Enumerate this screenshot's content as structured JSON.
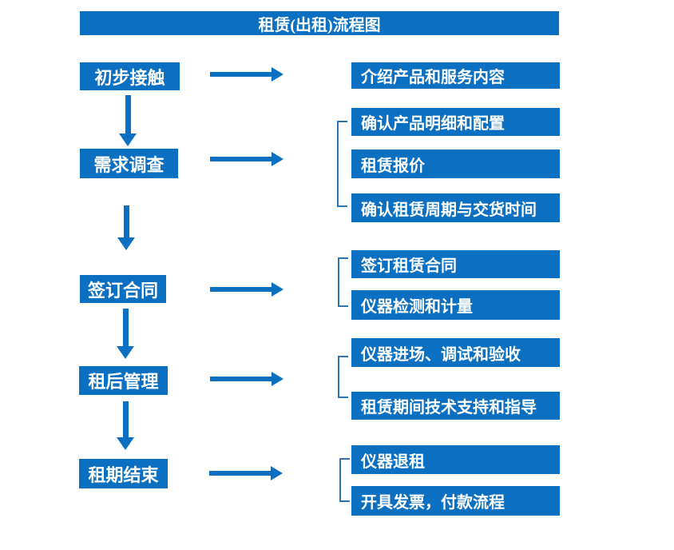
{
  "title": "租赁(出租)流程图",
  "colors": {
    "primary": "#0C70C2",
    "connector": "#2E75B6",
    "background": "#FFFFFF",
    "text_on_primary": "#FFFFFF"
  },
  "steps": [
    {
      "label": "初步接触",
      "details": [
        "介绍产品和服务内容"
      ]
    },
    {
      "label": "需求调查",
      "details": [
        "确认产品明细和配置",
        "租赁报价",
        "确认租赁周期与交货时间"
      ]
    },
    {
      "label": "签订合同",
      "details": [
        "签订租赁合同",
        "仪器检测和计量"
      ]
    },
    {
      "label": "租后管理",
      "details": [
        "仪器进场、调试和验收",
        "租赁期间技术支持和指导"
      ]
    },
    {
      "label": "租期结束",
      "details": [
        "仪器退租",
        "开具发票，付款流程"
      ]
    }
  ]
}
